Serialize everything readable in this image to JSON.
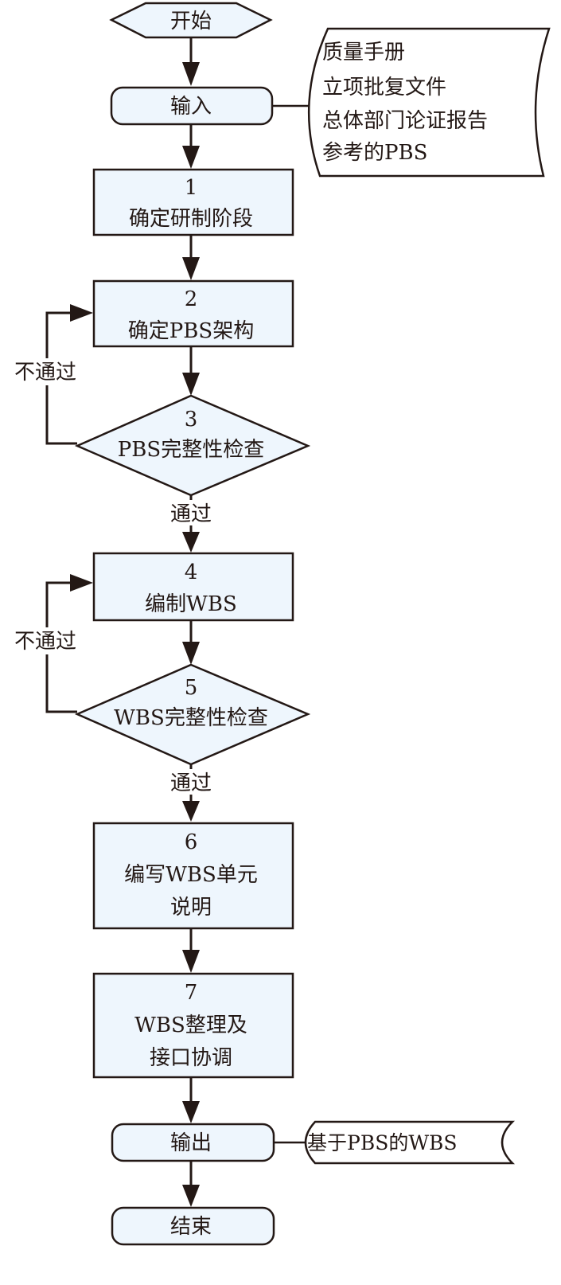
{
  "diagram": {
    "type": "flowchart",
    "colors": {
      "node_fill": "#eef6fd",
      "stroke": "#231815",
      "doc_fill": "#ffffff"
    },
    "start": {
      "label": "开始"
    },
    "input": {
      "label": "输入"
    },
    "input_docs": {
      "lines": [
        "质量手册",
        "立项批复文件",
        "总体部门论证报告",
        "参考的PBS"
      ]
    },
    "steps": [
      {
        "num": "1",
        "lines": [
          "确定研制阶段"
        ]
      },
      {
        "num": "2",
        "lines": [
          "确定PBS架构"
        ]
      },
      {
        "num": "3",
        "lines": [
          "PBS完整性检查"
        ],
        "kind": "decision"
      },
      {
        "num": "4",
        "lines": [
          "编制WBS"
        ]
      },
      {
        "num": "5",
        "lines": [
          "WBS完整性检查"
        ],
        "kind": "decision"
      },
      {
        "num": "6",
        "lines": [
          "编写WBS单元",
          "说明"
        ]
      },
      {
        "num": "7",
        "lines": [
          "WBS整理及",
          "接口协调"
        ]
      }
    ],
    "edge_labels": {
      "fail_1": "不通过",
      "pass_1": "通过",
      "fail_2": "不通过",
      "pass_2": "通过"
    },
    "output": {
      "label": "输出"
    },
    "output_doc": {
      "label": "基于PBS的WBS"
    },
    "end": {
      "label": "结束"
    }
  }
}
